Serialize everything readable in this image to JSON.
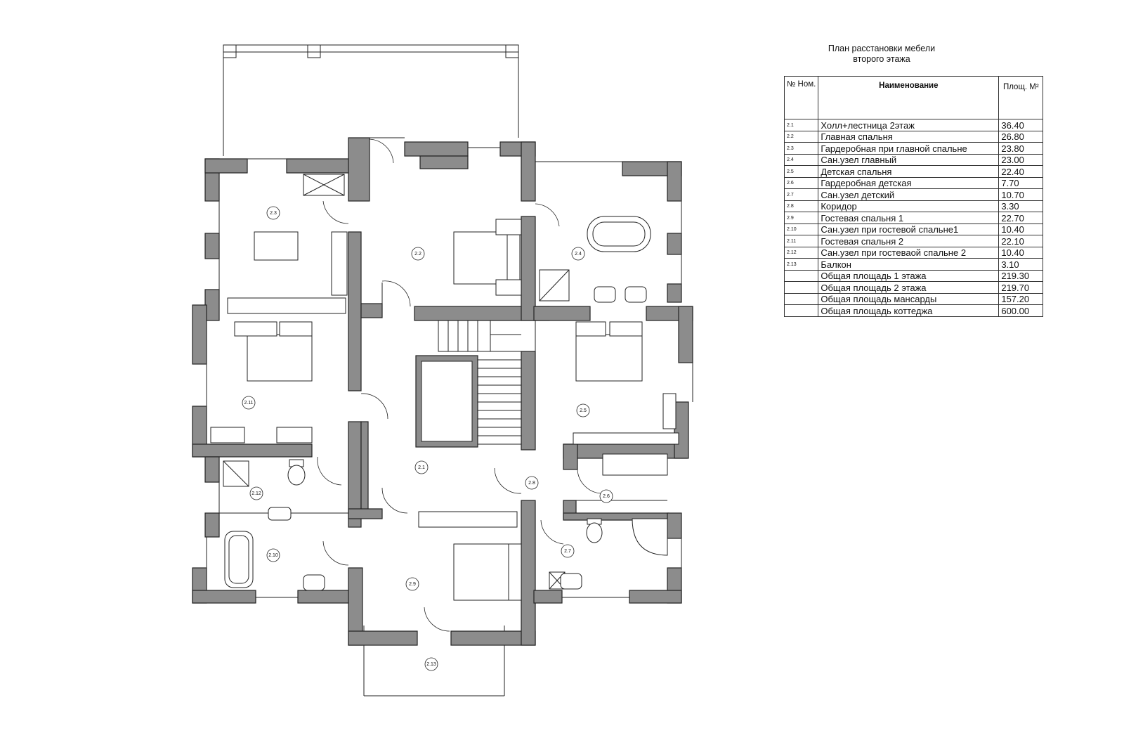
{
  "title_line1": "План расстановки мебели",
  "title_line2": "второго этажа",
  "table": {
    "header_num": "№ Ном.",
    "header_name": "Наименование",
    "header_area": "Площ. М²",
    "rows": [
      {
        "num": "2.1",
        "name": "Холл+лестница 2этаж",
        "area": "36.40"
      },
      {
        "num": "2.2",
        "name": "Главная спальня",
        "area": "26.80"
      },
      {
        "num": "2.3",
        "name": "Гардеробная при главной спальне",
        "area": "23.80"
      },
      {
        "num": "2.4",
        "name": "Сан.узел главный",
        "area": "23.00"
      },
      {
        "num": "2.5",
        "name": "Детская спальня",
        "area": "22.40"
      },
      {
        "num": "2.6",
        "name": "Гардеробная детская",
        "area": "7.70"
      },
      {
        "num": "2.7",
        "name": "Сан.узел детский",
        "area": "10.70"
      },
      {
        "num": "2.8",
        "name": "Коридор",
        "area": "3.30"
      },
      {
        "num": "2.9",
        "name": "Гостевая спальня 1",
        "area": "22.70"
      },
      {
        "num": "2.10",
        "name": "Сан.узел при гостевой спальне1",
        "area": "10.40"
      },
      {
        "num": "2.11",
        "name": "Гостевая спальня 2",
        "area": "22.10"
      },
      {
        "num": "2.12",
        "name": "Сан.узел при гостеваой спальне 2",
        "area": "10.40"
      },
      {
        "num": "2.13",
        "name": "Балкон",
        "area": "3.10"
      },
      {
        "num": "",
        "name": "Общая площадь 1 этажа",
        "area": "219.30"
      },
      {
        "num": "",
        "name": "Общая площадь 2 этажа",
        "area": "219.70"
      },
      {
        "num": "",
        "name": "Общая площадь мансарды",
        "area": "157.20"
      },
      {
        "num": "",
        "name": "Общая площадь коттеджа",
        "area": "600.00"
      }
    ]
  },
  "room_labels": {
    "r21": "2.1",
    "r22": "2.2",
    "r23": "2.3",
    "r24": "2.4",
    "r25": "2.5",
    "r26": "2.6",
    "r27": "2.7",
    "r28": "2.8",
    "r29": "2.9",
    "r210": "2.10",
    "r211": "2.11",
    "r212": "2.12",
    "r213": "2.13"
  }
}
